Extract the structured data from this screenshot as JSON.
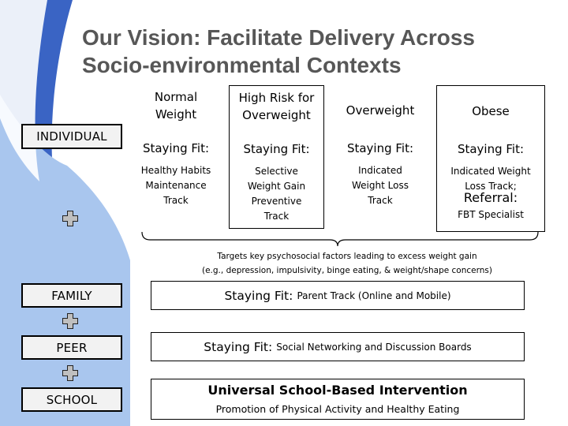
{
  "title": {
    "line1": "Our Vision: Facilitate Delivery Across",
    "line2": "Socio-environmental Contexts"
  },
  "levels": {
    "individual": "INDIVIDUAL",
    "family": "FAMILY",
    "peer": "PEER",
    "school": "SCHOOL"
  },
  "columns": [
    {
      "head1": "Normal",
      "head2": "Weight",
      "fit": "Staying Fit:",
      "desc": [
        "Healthy Habits",
        "Maintenance",
        "Track"
      ]
    },
    {
      "head1": "High Risk for",
      "head2": "Overweight",
      "fit": "Staying Fit:",
      "desc": [
        "Selective",
        "Weight Gain",
        "Preventive",
        "Track"
      ]
    },
    {
      "head1": "Overweight",
      "head2": "",
      "fit": "Staying Fit:",
      "desc": [
        "Indicated",
        "Weight Loss",
        "Track"
      ]
    },
    {
      "head1": "Obese",
      "head2": "",
      "fit": "Staying Fit:",
      "desc": [
        "Indicated Weight",
        "Loss Track;"
      ],
      "referral": "Referral:",
      "referral_sub": "FBT Specialist"
    }
  ],
  "targets": {
    "line1": "Targets key psychosocial factors leading to excess weight gain",
    "line2": "(e.g., depression, impulsivity, binge eating, & weight/shape concerns)"
  },
  "tracks": {
    "family_prefix": "Staying Fit:",
    "family_text": "Parent Track (Online and Mobile)",
    "peer_prefix": "Staying Fit:",
    "peer_text": "Social Networking and Discussion Boards",
    "school_title": "Universal School-Based Intervention",
    "school_sub": "Promotion of Physical Activity and Healthy Eating"
  },
  "colors": {
    "background_blue_dark": "#3a64c4",
    "background_blue_light": "#a9c6ee",
    "title_gray": "#575757",
    "label_fill": "#f2f2f2",
    "plus_fill": "#bfbfbf"
  },
  "icons": [
    "plus-icon",
    "bracket-icon"
  ]
}
